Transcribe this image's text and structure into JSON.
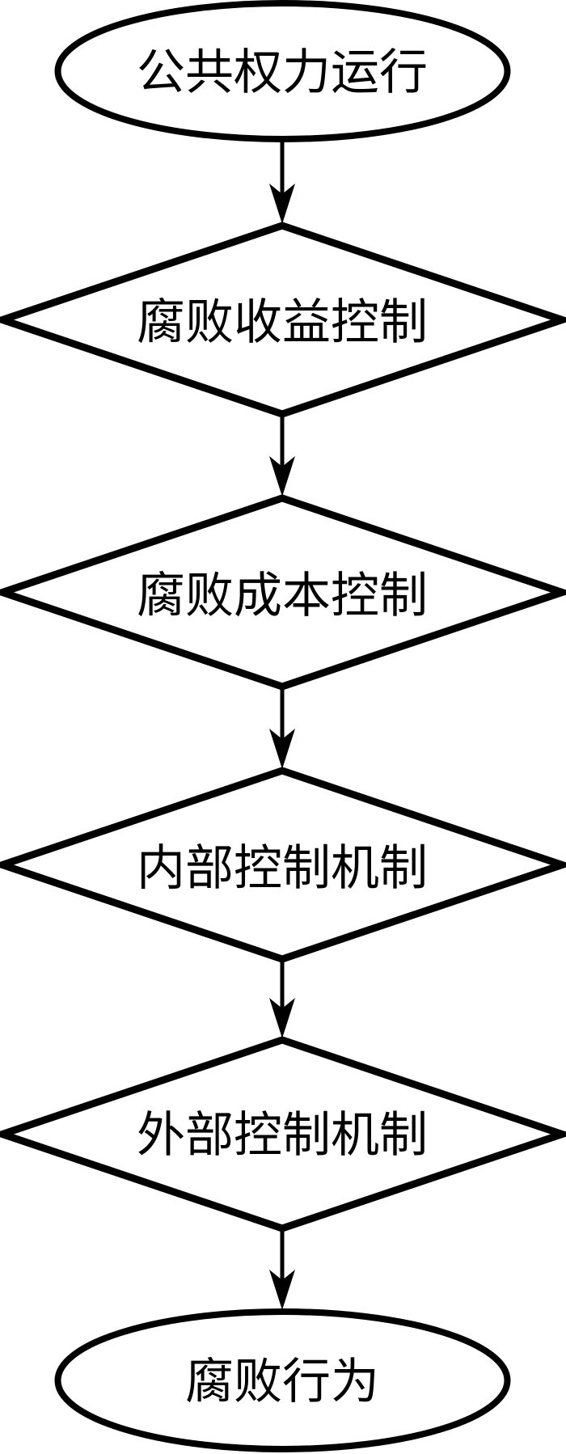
{
  "diagram": {
    "type": "flowchart",
    "direction": "top-to-bottom",
    "colors": {
      "stroke": "#000000",
      "background": "#ffffff",
      "text": "#000000"
    },
    "nodes": [
      {
        "id": "start",
        "shape": "ellipse",
        "label": "公共权力运行"
      },
      {
        "id": "decision-1",
        "shape": "diamond",
        "label": "腐败收益控制"
      },
      {
        "id": "decision-2",
        "shape": "diamond",
        "label": "腐败成本控制"
      },
      {
        "id": "decision-3",
        "shape": "diamond",
        "label": "内部控制机制"
      },
      {
        "id": "decision-4",
        "shape": "diamond",
        "label": "外部控制机制"
      },
      {
        "id": "end",
        "shape": "ellipse",
        "label": "腐败行为"
      }
    ],
    "edges": [
      {
        "from": "start",
        "to": "decision-1"
      },
      {
        "from": "decision-1",
        "to": "decision-2"
      },
      {
        "from": "decision-2",
        "to": "decision-3"
      },
      {
        "from": "decision-3",
        "to": "decision-4"
      },
      {
        "from": "decision-4",
        "to": "end"
      }
    ]
  }
}
